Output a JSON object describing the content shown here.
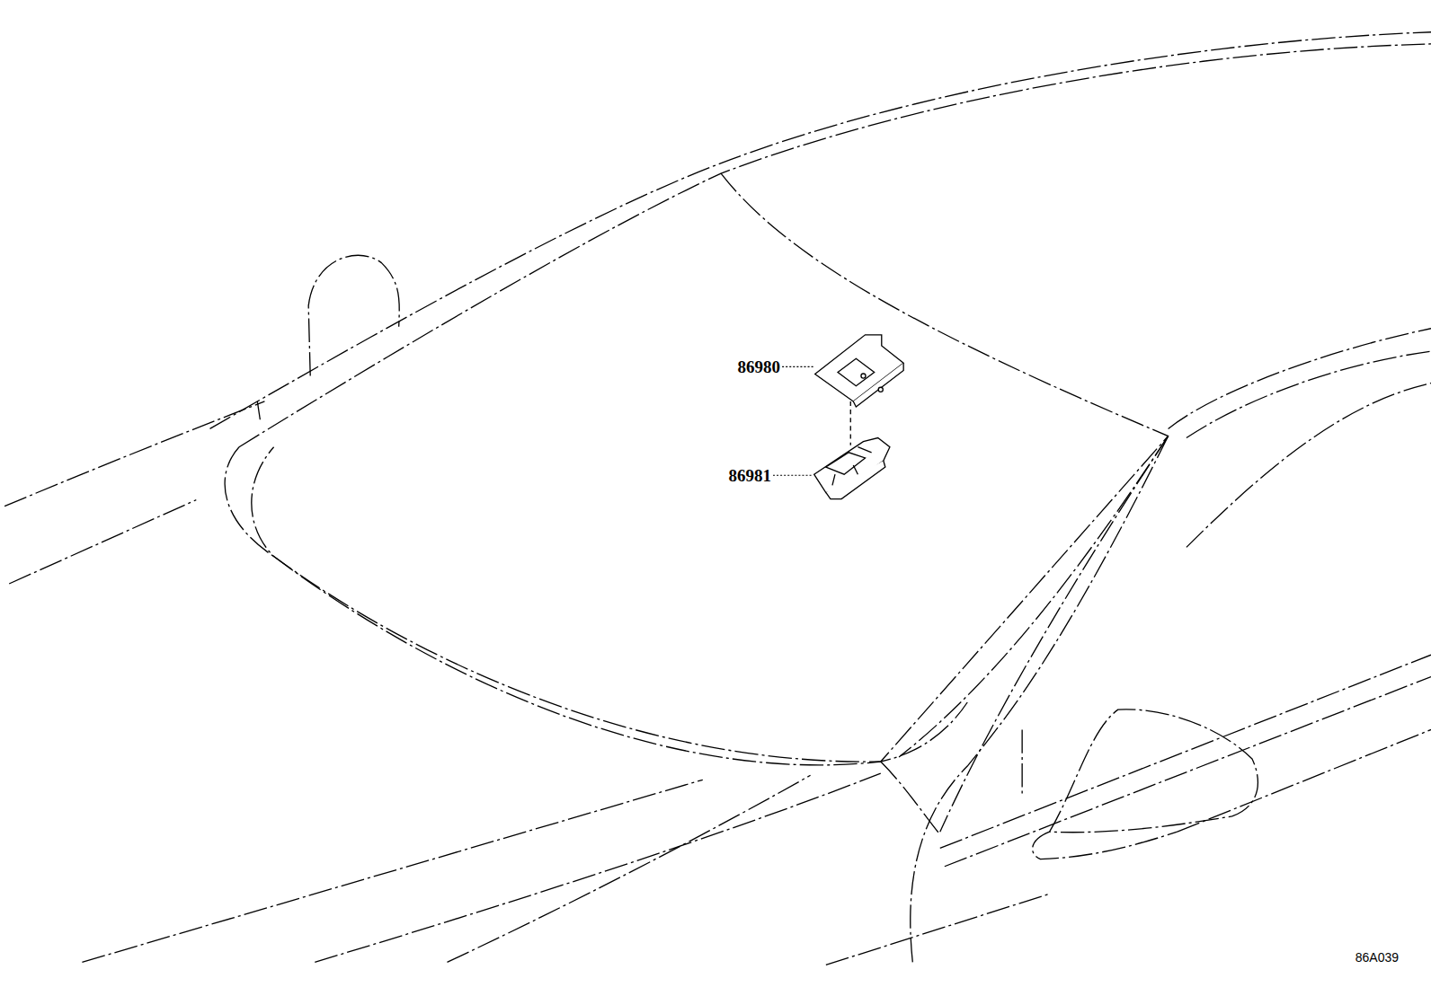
{
  "diagram": {
    "labels": [
      "86980",
      "86981",
      "86A039"
    ]
  }
}
